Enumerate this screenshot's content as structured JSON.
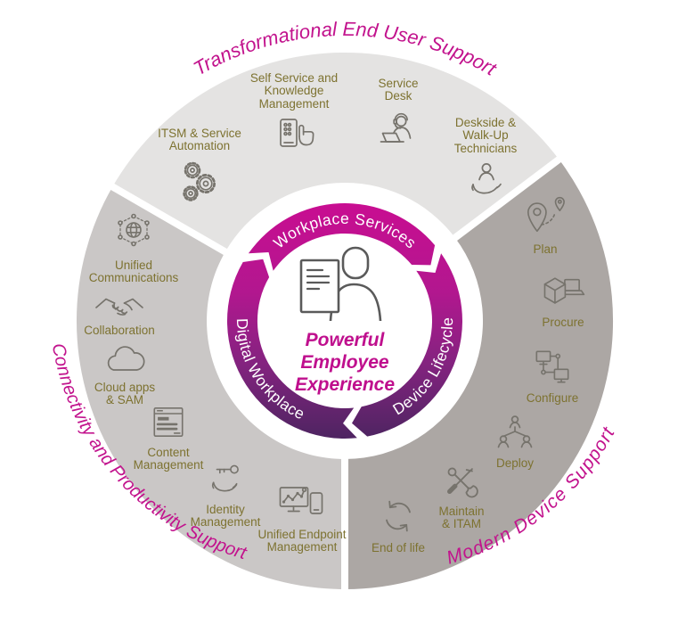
{
  "center": {
    "title": "Powerful\nEmployee\nExperience",
    "icon": "person-presentation-icon"
  },
  "outer_titles": {
    "top": "Transformational End User Support",
    "left": "Connectivity and Productivity Support",
    "right": "Modern Device Support"
  },
  "ring_labels": {
    "top": "Workplace Services",
    "left": "Digital Workplace",
    "right": "Device Lifecycle"
  },
  "segments": {
    "workplace_services": {
      "items": [
        {
          "icon": "gears-icon",
          "label": "ITSM & Service\nAutomation"
        },
        {
          "icon": "self-service-icon",
          "label": "Self Service and\nKnowledge\nManagement"
        },
        {
          "icon": "service-desk-icon",
          "label": "Service\nDesk"
        },
        {
          "icon": "deskside-icon",
          "label": "Deskside &\nWalk-Up\nTechnicians"
        }
      ]
    },
    "digital_workplace": {
      "items": [
        {
          "icon": "unified-communications-icon",
          "label": "Unified\nCommunications"
        },
        {
          "icon": "collaboration-icon",
          "label": "Collaboration"
        },
        {
          "icon": "cloud-icon",
          "label": "Cloud apps\n& SAM"
        },
        {
          "icon": "content-management-icon",
          "label": "Content\nManagement"
        },
        {
          "icon": "identity-management-icon",
          "label": "Identity\nManagement"
        },
        {
          "icon": "uem-icon",
          "label": "Unified Endpoint\nManagement"
        }
      ]
    },
    "device_lifecycle": {
      "items": [
        {
          "icon": "plan-icon",
          "label": "Plan"
        },
        {
          "icon": "procure-icon",
          "label": "Procure"
        },
        {
          "icon": "configure-icon",
          "label": "Configure"
        },
        {
          "icon": "deploy-icon",
          "label": "Deploy"
        },
        {
          "icon": "maintain-icon",
          "label": "Maintain\n& ITAM"
        },
        {
          "icon": "end-of-life-icon",
          "label": "End of life"
        }
      ]
    }
  },
  "colors": {
    "accent_magenta": "#c2138d",
    "accent_purple": "#4c2460",
    "segment_top": "#e4e3e2",
    "segment_left": "#cac7c6",
    "segment_right": "#aca7a4",
    "item_label": "#7d7230",
    "icon_stroke": "#76736c"
  }
}
